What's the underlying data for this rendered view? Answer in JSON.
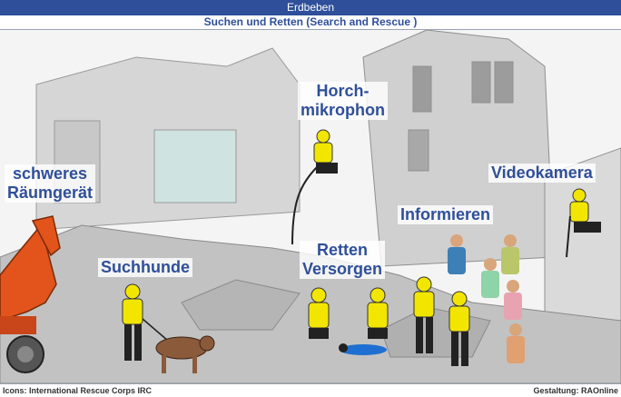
{
  "header": {
    "title": "Erdbeben",
    "subtitle": "Suchen und Retten (Search and Rescue )"
  },
  "labels": {
    "heavy_equipment": [
      "schweres",
      "Räumgerät"
    ],
    "search_dogs": "Suchhunde",
    "listening_microphone": [
      "Horch-",
      "mikrophon"
    ],
    "rescue_supply": [
      "Retten",
      "Versorgen"
    ],
    "inform": "Informieren",
    "video_camera": "Videokamera"
  },
  "footer": {
    "credits_left": "Icons: International Rescue Corps IRC",
    "credits_right": "Gestaltung: RAOnline"
  },
  "colors": {
    "header_bg": "#2f4f9a",
    "label_text": "#2f4f9a",
    "rescuer_vest": "#f2e600",
    "rescuer_helmet": "#f2e600"
  }
}
